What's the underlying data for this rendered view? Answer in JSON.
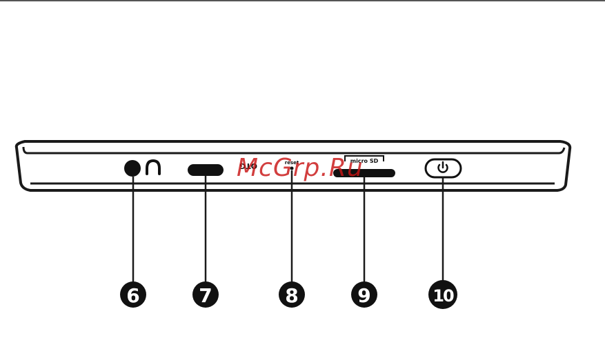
{
  "diagram": {
    "callouts": [
      {
        "number": "6"
      },
      {
        "number": "7"
      },
      {
        "number": "8"
      },
      {
        "number": "9"
      },
      {
        "number": "10"
      }
    ],
    "port_labels": {
      "otg": "OTG",
      "reset": "reset",
      "micro_sd": "micro SD"
    },
    "icons": [
      "headphone-icon",
      "power-icon"
    ],
    "colors": {
      "line": "#1a1a1a",
      "callout_fill": "#111111"
    }
  },
  "watermark": {
    "text": "McGrp.Ru"
  }
}
